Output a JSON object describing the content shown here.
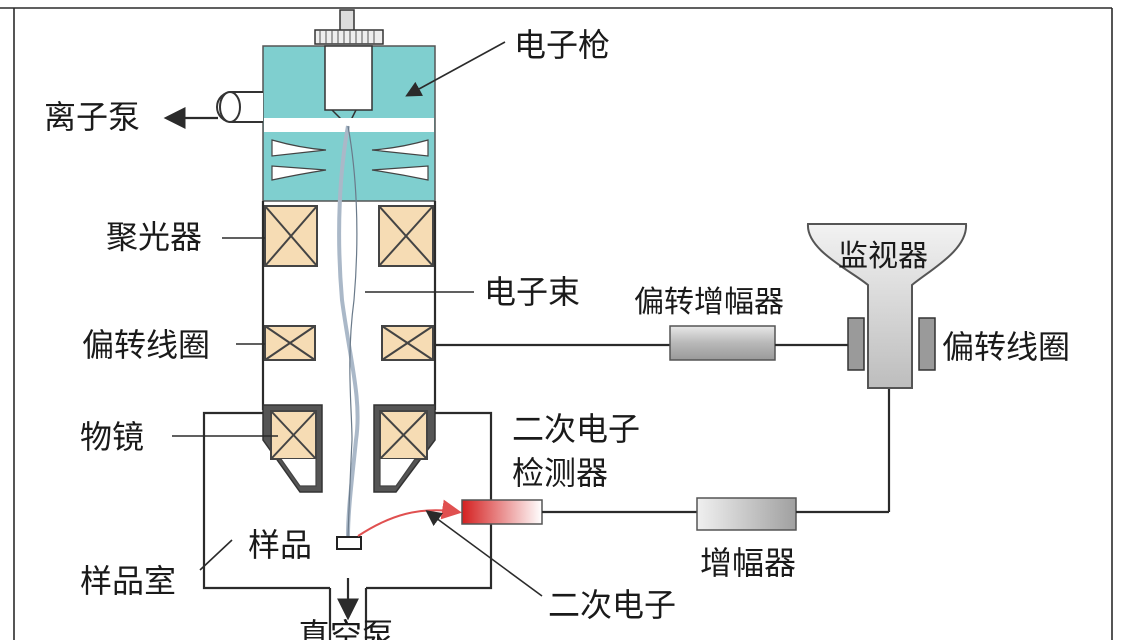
{
  "labels": {
    "electron_gun": "电子枪",
    "ion_pump": "离子泵",
    "condenser": "聚光器",
    "electron_beam": "电子束",
    "deflection_coil_left": "偏转线圈",
    "deflection_coil_right": "偏转线圈",
    "objective": "物镜",
    "secondary_detector_line1": "二次电子",
    "secondary_detector_line2": "检测器",
    "sample": "样品",
    "sample_chamber": "样品室",
    "vacuum_pump": "真空泵",
    "secondary_electron": "二次电子",
    "deflection_amplifier": "偏转增幅器",
    "monitor": "监视器",
    "amplifier": "增幅器"
  },
  "colors": {
    "gun_fill": "#7fcfcf",
    "coil_fill": "#f6dcb4",
    "box_fill": "#c8c8c8",
    "detector_red": "#d42020",
    "beam_color": "#aab8c8",
    "arrow_red": "#e05050"
  }
}
